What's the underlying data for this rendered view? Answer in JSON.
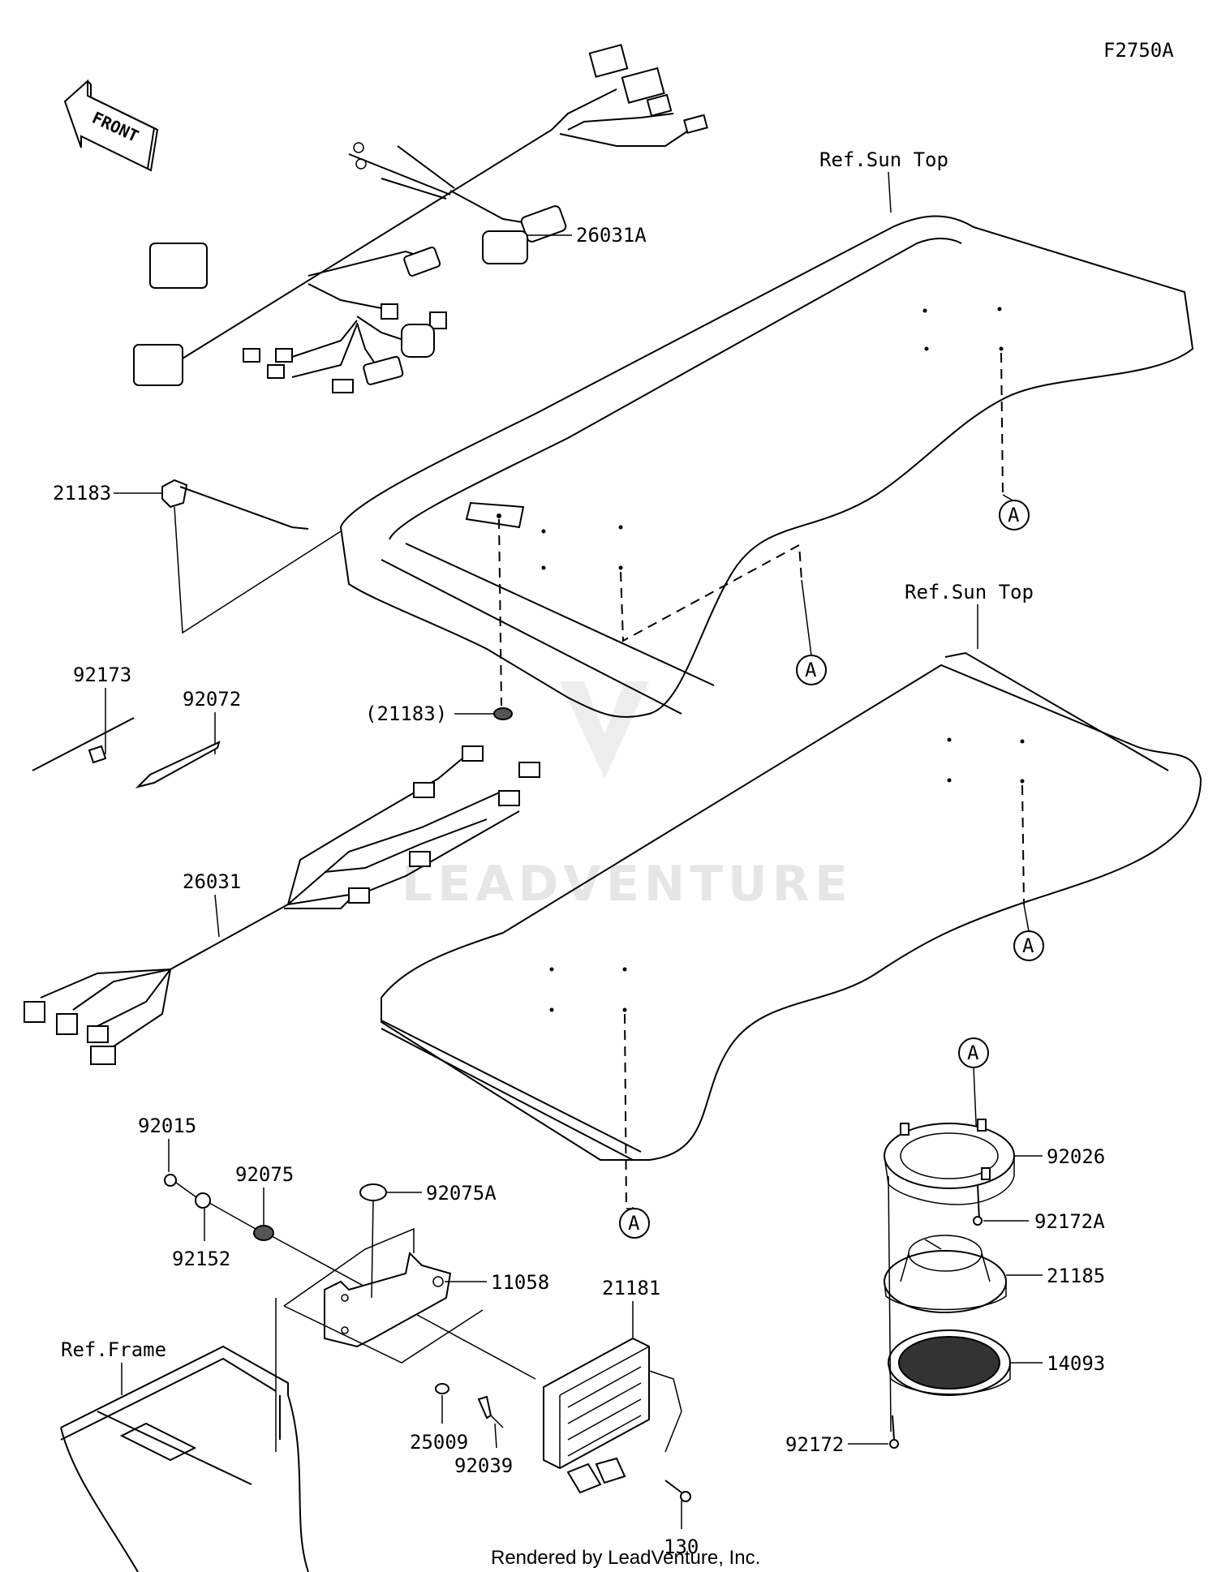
{
  "figure_code": "F2750A",
  "front_label": "FRONT",
  "watermark": "LEADVENTURE",
  "credit": "Rendered by LeadVenture, Inc.",
  "refs": {
    "sun_top_upper": "Ref.Sun Top",
    "sun_top_lower": "Ref.Sun Top",
    "frame": "Ref.Frame"
  },
  "view_marker": "A",
  "parts": {
    "p26031A": "26031A",
    "p21183": "21183",
    "p21183_paren": "(21183)",
    "p92173": "92173",
    "p92072": "92072",
    "p26031": "26031",
    "p92015": "92015",
    "p92075": "92075",
    "p92152": "92152",
    "p92075A": "92075A",
    "p11058": "11058",
    "p21181": "21181",
    "p25009": "25009",
    "p92039": "92039",
    "p130": "130",
    "p92026": "92026",
    "p92172A": "92172A",
    "p21185": "21185",
    "p14093": "14093",
    "p92172": "92172"
  }
}
